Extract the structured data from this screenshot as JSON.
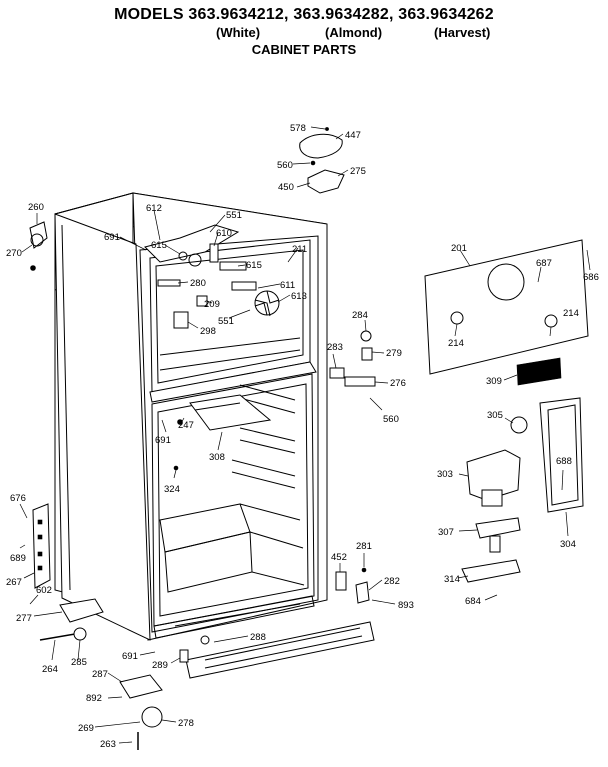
{
  "header": {
    "title": "MODELS 363.9634212, 363.9634282, 363.9634262",
    "color_white": "(White)",
    "color_almond": "(Almond)",
    "color_harvest": "(Harvest)",
    "subtitle": "CABINET PARTS"
  },
  "parts": {
    "p578": "578",
    "p447": "447",
    "p560a": "560",
    "p275": "275",
    "p450": "450",
    "p260": "260",
    "p270": "270",
    "p612": "612",
    "p551a": "551",
    "p691a": "691",
    "p615a": "615",
    "p610": "610",
    "p211": "211",
    "p201": "201",
    "p687": "687",
    "p686": "686",
    "p280": "280",
    "p615b": "615",
    "p611": "611",
    "p209": "209",
    "p613": "613",
    "p298": "298",
    "p551b": "551",
    "p284": "284",
    "p214a": "214",
    "p214b": "214",
    "p283": "283",
    "p279": "279",
    "p276": "276",
    "p309": "309",
    "p560b": "560",
    "p305": "305",
    "p691b": "691",
    "p247": "247",
    "p308": "308",
    "p324": "324",
    "p303": "303",
    "p688": "688",
    "p676": "676",
    "p689": "689",
    "p307": "307",
    "p304": "304",
    "p452": "452",
    "p281": "281",
    "p282": "282",
    "p267": "267",
    "p602": "602",
    "p314": "314",
    "p684": "684",
    "p893": "893",
    "p277": "277",
    "p288": "288",
    "p264": "264",
    "p285": "285",
    "p691c": "691",
    "p289": "289",
    "p287": "287",
    "p892": "892",
    "p269": "269",
    "p278": "278",
    "p263": "263"
  }
}
